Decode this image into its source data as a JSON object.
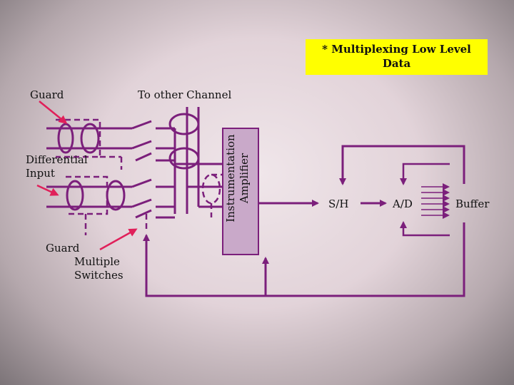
{
  "title": {
    "bullet": "*",
    "line1": "Multiplexing Low Level",
    "line2": "Data"
  },
  "labels": {
    "guard": "Guard",
    "to_other_channel": "To other Channel",
    "differential_line1": "Differential",
    "differential_line2": "Input",
    "guard_switches_line1": "Guard",
    "guard_switches_line2": "Multiple",
    "guard_switches_line3": "Switches",
    "amp_line1": "Instrumentation",
    "amp_line2": "Amplifier",
    "sample_hold": "S/H",
    "adc": "A/D",
    "buffer": "Buffer"
  },
  "colors": {
    "wire": "#7b1f7b",
    "box_fill": "#c9a9c9",
    "arrow": "#e0205a",
    "title_bg": "#ffff00"
  }
}
